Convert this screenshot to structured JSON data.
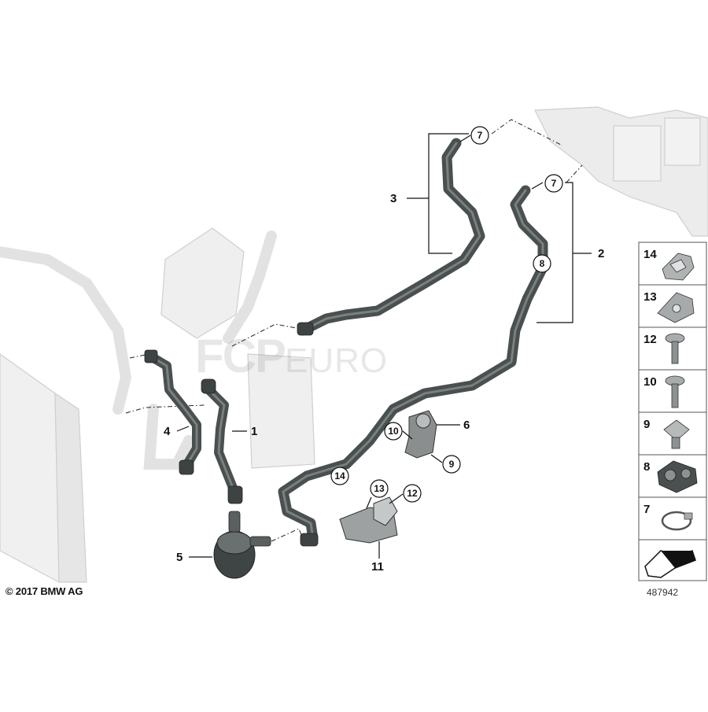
{
  "diagram": {
    "copyright": "© 2017 BMW AG",
    "doc_number": "487942",
    "watermark": {
      "main": "FCP",
      "suffix": "EURO"
    },
    "callouts_plain": [
      "1",
      "2",
      "3",
      "4",
      "5",
      "6",
      "11"
    ],
    "callouts_circled": [
      "7",
      "7",
      "8",
      "10",
      "9",
      "14",
      "13",
      "12"
    ],
    "legend": [
      "14",
      "13",
      "12",
      "10",
      "9",
      "8",
      "7"
    ]
  },
  "colors": {
    "hose": "#4a4f50",
    "hose_highlight": "#7a7f80",
    "ghost": "#e4e4e4",
    "ghost_line": "#c8c8c8",
    "line": "#222222"
  }
}
